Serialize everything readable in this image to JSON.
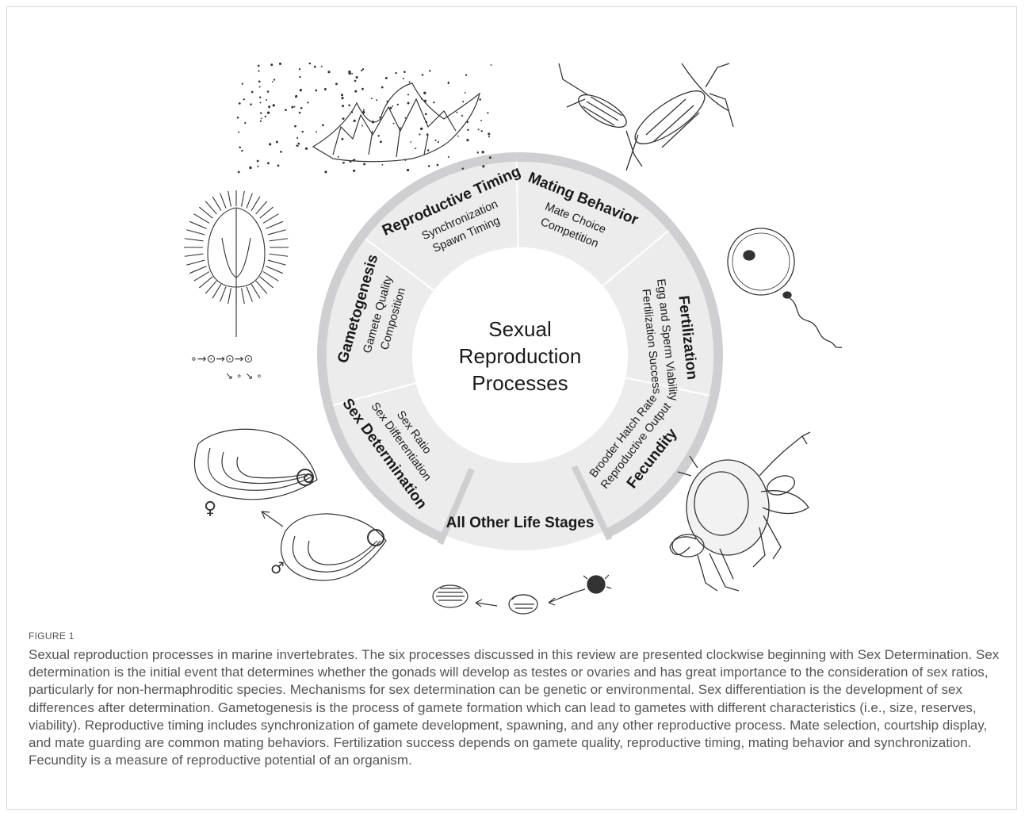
{
  "diagram": {
    "center_title": [
      "Sexual",
      "Reproduction",
      "Processes"
    ],
    "segments": [
      {
        "id": "sex-determination",
        "title": "Sex Determination",
        "subs": [
          "Sex Differentiation",
          "Sex Ratio"
        ]
      },
      {
        "id": "gametogenesis",
        "title": "Gametogenesis",
        "subs": [
          "Gamete Quality",
          "Composition"
        ]
      },
      {
        "id": "reproductive-timing",
        "title": "Reproductive Timing",
        "subs": [
          "Synchronization",
          "Spawn Timing"
        ]
      },
      {
        "id": "mating-behavior",
        "title": "Mating Behavior",
        "subs": [
          "Mate Choice",
          "Competition"
        ]
      },
      {
        "id": "fertilization",
        "title": "Fertilization",
        "subs": [
          "Egg and Sperm Viability",
          "Fertilization Success"
        ]
      },
      {
        "id": "fecundity",
        "title": "Fecundity",
        "subs": [
          "Reproductive Output",
          "Brooder Hatch Rate"
        ]
      },
      {
        "id": "all-other-life-stages",
        "title": "All Other Life Stages",
        "subs": []
      }
    ],
    "illustrations": [
      {
        "name": "oyster-female-illustration",
        "symbol": "♀"
      },
      {
        "name": "oyster-male-illustration",
        "symbol": "♂"
      },
      {
        "name": "sea-urchin-illustration"
      },
      {
        "name": "coral-spawning-illustration"
      },
      {
        "name": "copepods-mating-illustration"
      },
      {
        "name": "egg-sperm-illustration"
      },
      {
        "name": "crab-illustration"
      },
      {
        "name": "larval-stages-illustration"
      }
    ],
    "colors": {
      "ring": "#cfcfd1",
      "segment": "#ececed",
      "divider": "#ffffff",
      "center": "#ffffff"
    }
  },
  "figure": {
    "label": "FIGURE 1",
    "caption": "Sexual reproduction processes in marine invertebrates. The six processes discussed in this review are presented clockwise beginning with Sex Determination. Sex determination is the initial event that determines whether the gonads will develop as testes or ovaries and has great importance to the consideration of sex ratios, particularly for non-hermaphroditic species. Mechanisms for sex determination can be genetic or environmental. Sex differentiation is the development of sex differences after determination. Gametogenesis is the process of gamete formation which can lead to gametes with different characteristics (i.e., size, reserves, viability). Reproductive timing includes synchronization of gamete development, spawning, and any other reproductive process. Mate selection, courtship display, and mate guarding are common mating behaviors. Fertilization success depends on gamete quality, reproductive timing, mating behavior and synchronization. Fecundity is a measure of reproductive potential of an organism."
  }
}
